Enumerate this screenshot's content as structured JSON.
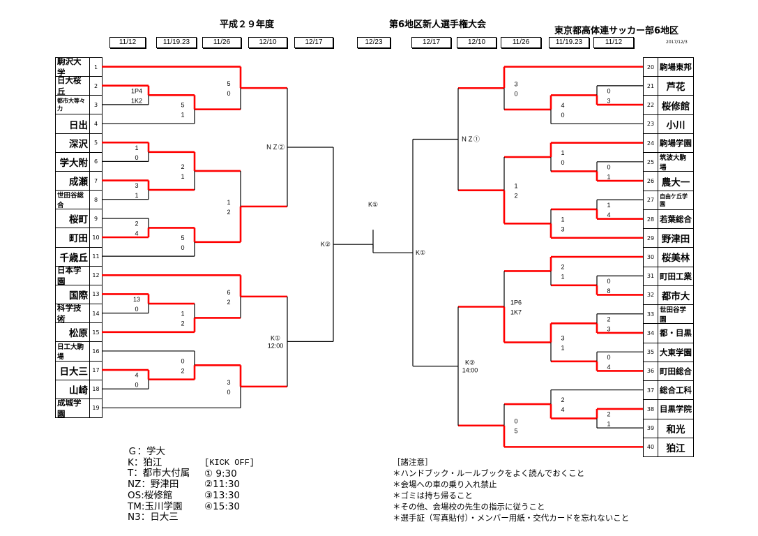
{
  "header": {
    "year_title": "平成２９年度",
    "tournament_title": "第6地区新人選手権大会",
    "organizer": "東京都高体連サッカー部6地区",
    "doc_date": "2017/12/3",
    "left_dates": [
      "11/12",
      "11/19.23",
      "11/26",
      "12/10",
      "12/17"
    ],
    "final_date": "12/23",
    "right_dates": [
      "12/17",
      "12/10",
      "11/26",
      "11/19.23",
      "11/12"
    ]
  },
  "left_teams": [
    {
      "no": "1",
      "name": "駒沢大学"
    },
    {
      "no": "2",
      "name": "日大桜丘"
    },
    {
      "no": "3",
      "name": "都市大等々力"
    },
    {
      "no": "4",
      "name": "日出"
    },
    {
      "no": "5",
      "name": "深沢"
    },
    {
      "no": "6",
      "name": "学大附"
    },
    {
      "no": "7",
      "name": "成瀬"
    },
    {
      "no": "8",
      "name": "世田谷総合"
    },
    {
      "no": "9",
      "name": "桜町"
    },
    {
      "no": "10",
      "name": "町田"
    },
    {
      "no": "11",
      "name": "千歳丘"
    },
    {
      "no": "12",
      "name": "日本学園"
    },
    {
      "no": "13",
      "name": "国際"
    },
    {
      "no": "14",
      "name": "科学技術"
    },
    {
      "no": "15",
      "name": "松原"
    },
    {
      "no": "16",
      "name": "日工大駒場"
    },
    {
      "no": "17",
      "name": "日大三"
    },
    {
      "no": "18",
      "name": "山崎"
    },
    {
      "no": "19",
      "name": "成城学園"
    }
  ],
  "right_teams": [
    {
      "no": "20",
      "name": "駒場東邦"
    },
    {
      "no": "21",
      "name": "芦花"
    },
    {
      "no": "22",
      "name": "桜修館"
    },
    {
      "no": "23",
      "name": "小川"
    },
    {
      "no": "24",
      "name": "駒場学園"
    },
    {
      "no": "25",
      "name": "筑波大駒場"
    },
    {
      "no": "26",
      "name": "農大一"
    },
    {
      "no": "27",
      "name": "自由ケ丘学園"
    },
    {
      "no": "28",
      "name": "若葉総合"
    },
    {
      "no": "29",
      "name": "野津田"
    },
    {
      "no": "30",
      "name": "桜美林"
    },
    {
      "no": "31",
      "name": "町田工業"
    },
    {
      "no": "32",
      "name": "都市大"
    },
    {
      "no": "33",
      "name": "世田谷学園"
    },
    {
      "no": "34",
      "name": "都・目黒"
    },
    {
      "no": "35",
      "name": "大東学園"
    },
    {
      "no": "36",
      "name": "町田総合"
    },
    {
      "no": "37",
      "name": "総合工科"
    },
    {
      "no": "38",
      "name": "目黒学院"
    },
    {
      "no": "39",
      "name": "和光"
    },
    {
      "no": "40",
      "name": "狛江"
    }
  ],
  "bracket": {
    "final_venue": "K①",
    "left": {
      "venue": "K②",
      "a": {
        "venue": "ＮＺ②",
        "a": {
          "a": 1,
          "b": {
            "a": {
              "a": 2,
              "b": 3,
              "s": [
                "1P4",
                "1K2"
              ],
              "w": "a"
            },
            "b": 4,
            "s": [
              "5",
              "1"
            ],
            "w": "a"
          },
          "s": [
            "5",
            "0"
          ],
          "w": "a"
        },
        "b": {
          "a": {
            "a": {
              "a": 5,
              "b": 6,
              "s": [
                "1",
                "0"
              ],
              "w": "a"
            },
            "b": {
              "a": 7,
              "b": 8,
              "s": [
                "3",
                "1"
              ],
              "w": "a"
            },
            "s": [
              "2",
              "1"
            ],
            "w": "a"
          },
          "b": {
            "a": {
              "a": 9,
              "b": 10,
              "s": [
                "2",
                "4"
              ],
              "w": "b"
            },
            "b": 11,
            "s": [
              "5",
              "0"
            ],
            "w": "a"
          },
          "s": [
            "1",
            "2"
          ],
          "w": "b"
        }
      },
      "b": {
        "venue": "K①",
        "time": "12:00",
        "a": {
          "a": 12,
          "b": {
            "a": {
              "a": 13,
              "b": 14,
              "s": [
                "13",
                "0"
              ],
              "w": "a"
            },
            "b": 15,
            "s": [
              "1",
              "2"
            ],
            "w": "b"
          },
          "s": [
            "6",
            "2"
          ],
          "w": "a"
        },
        "b": {
          "a": {
            "a": 16,
            "b": {
              "a": 17,
              "b": 18,
              "s": [
                "4",
                "0"
              ],
              "w": "a"
            },
            "s": [
              "0",
              "2"
            ],
            "w": "b"
          },
          "b": 19,
          "s": [
            "3",
            "0"
          ],
          "w": "a"
        }
      }
    },
    "right": {
      "venue": "K①",
      "a": {
        "venue": "ＮＺ①",
        "a": {
          "a": 20,
          "b": {
            "a": {
              "a": 21,
              "b": 22,
              "s": [
                "0",
                "3"
              ],
              "w": "b"
            },
            "b": 23,
            "s": [
              "4",
              "0"
            ],
            "w": "a"
          },
          "s": [
            "3",
            "0"
          ],
          "w": "a"
        },
        "b": {
          "a": {
            "a": 24,
            "b": {
              "a": 25,
              "b": 26,
              "s": [
                "0",
                "1"
              ],
              "w": "b"
            },
            "s": [
              "1",
              "0"
            ],
            "w": "a"
          },
          "b": {
            "a": {
              "a": 27,
              "b": 28,
              "s": [
                "1",
                "4"
              ],
              "w": "b"
            },
            "b": 29,
            "s": [
              "1",
              "3"
            ],
            "w": "b"
          },
          "s": [
            "1",
            "2"
          ],
          "w": "b"
        }
      },
      "b": {
        "venue": "K②",
        "time": "14:00",
        "a": {
          "a": {
            "a": 30,
            "b": {
              "a": 31,
              "b": 32,
              "s": [
                "0",
                "8"
              ],
              "w": "b"
            },
            "s": [
              "2",
              "1"
            ],
            "w": "a"
          },
          "b": {
            "a": {
              "a": 33,
              "b": 34,
              "s": [
                "2",
                "3"
              ],
              "w": "b"
            },
            "b": {
              "a": 35,
              "b": 36,
              "s": [
                "0",
                "4"
              ],
              "w": "b"
            },
            "s": [
              "3",
              "1"
            ],
            "w": "a"
          },
          "s": [
            "1P6",
            "1K7"
          ],
          "w": "b"
        },
        "b": {
          "a": {
            "a": 37,
            "b": {
              "a": 38,
              "b": 39,
              "s": [
                "2",
                "1"
              ],
              "w": "a"
            },
            "s": [
              "2",
              "4"
            ],
            "w": "b"
          },
          "b": 40,
          "s": [
            "0",
            "5"
          ],
          "w": "b"
        }
      }
    }
  },
  "legend": {
    "venues": [
      "Ｇ：学大",
      "K：狛江",
      "T：都市大付属",
      "NZ：野津田",
      "OS:桜修館",
      "TM:玉川学園",
      "N3：日大三"
    ],
    "kickoff_title": "[KICK OFF]",
    "kickoff_times": [
      "① 9:30",
      "②11:30",
      "③13:30",
      "④15:30"
    ]
  },
  "notes": {
    "title": "［諸注意］",
    "items": [
      "＊ハンドブック・ルールブックをよく読んでおくこと",
      "＊会場への車の乗り入れ禁止",
      "＊ゴミは持ち帰ること",
      "＊その他、会場校の先生の指示に従うこと",
      "＊選手証（写真貼付）・メンバー用紙・交代カードを忘れないこと"
    ]
  },
  "colors": {
    "winner_line": "#ff0000",
    "line": "#000000"
  }
}
